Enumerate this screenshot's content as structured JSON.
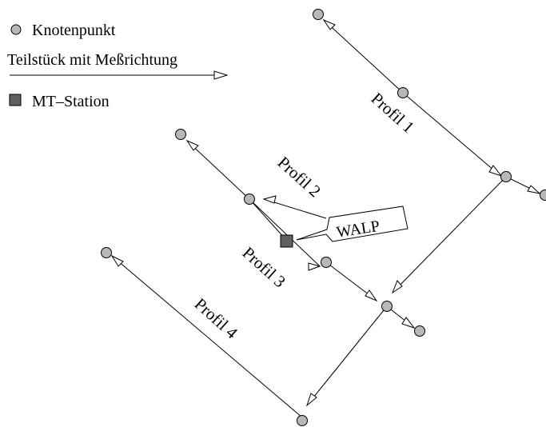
{
  "legend": {
    "node_label": "Knotenpunkt",
    "edge_label": "Teilstück mit Meßrichtung",
    "station_label": "MT–Station"
  },
  "profiles": {
    "p1": "Profil 1",
    "p2": "Profil 2",
    "p3": "Profil 3",
    "p4": "Profil 4"
  },
  "station": {
    "name": "WALP"
  },
  "colors": {
    "node_fill": "#b8b8b8",
    "station_fill": "#606060",
    "line": "#000000",
    "arrow_fill": "#ffffff"
  }
}
